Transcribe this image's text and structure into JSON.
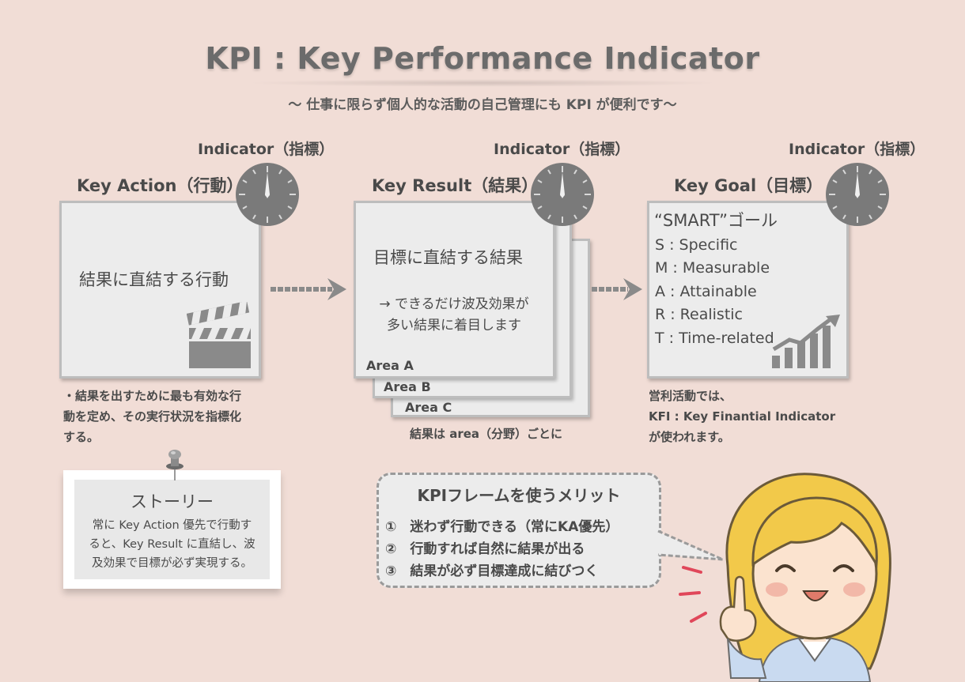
{
  "header": {
    "title": "KPI : Key Performance Indicator",
    "subtitle": "〜 仕事に限らず個人的な活動の自己管理にも KPI が便利です〜"
  },
  "columns": [
    {
      "indicator": "Indicator（指標）",
      "title": "Key Action（行動）",
      "card_text": "結果に直結する行動",
      "icon": "clapperboard-icon",
      "note_lines": [
        "・結果を出すために最も有効な行",
        "動を定め、その実行状況を指標化",
        "する。"
      ]
    },
    {
      "indicator": "Indicator（指標）",
      "title": "Key Result（結果）",
      "card_text": "目標に直結する結果",
      "card_sub": [
        "→ できるだけ波及効果が",
        "多い結果に着目します"
      ],
      "areas": [
        "Area A",
        "Area B",
        "Area C"
      ],
      "note": "結果は area（分野）ごとに"
    },
    {
      "indicator": "Indicator（指標）",
      "title": "Key Goal（目標）",
      "smart_title": "“SMART”ゴール",
      "smart_items": [
        "S : Specific",
        "M : Measurable",
        "A : Attainable",
        "R : Realistic",
        "T : Time-related"
      ],
      "icon": "growth-chart-icon",
      "note_lines": [
        "営利活動では、",
        "KFI : Key Finantial Indicator",
        "が使われます。"
      ]
    }
  ],
  "story": {
    "title": "ストーリー",
    "lines": [
      "常に Key Action 優先で行動す",
      "ると、Key Result に直結し、波",
      "及効果で目標が必ず実現する。"
    ]
  },
  "merits": {
    "title": "KPIフレームを使うメリット",
    "items": [
      "①　迷わず行動できる（常にKA優先）",
      "②　行動すれば自然に結果が出る",
      "③　結果が必ず目標達成に結びつく"
    ]
  },
  "colors": {
    "background": "#f1ddd6",
    "card": "#ececec",
    "clock": "#7a7a7a",
    "accent_red": "#e0475a"
  }
}
